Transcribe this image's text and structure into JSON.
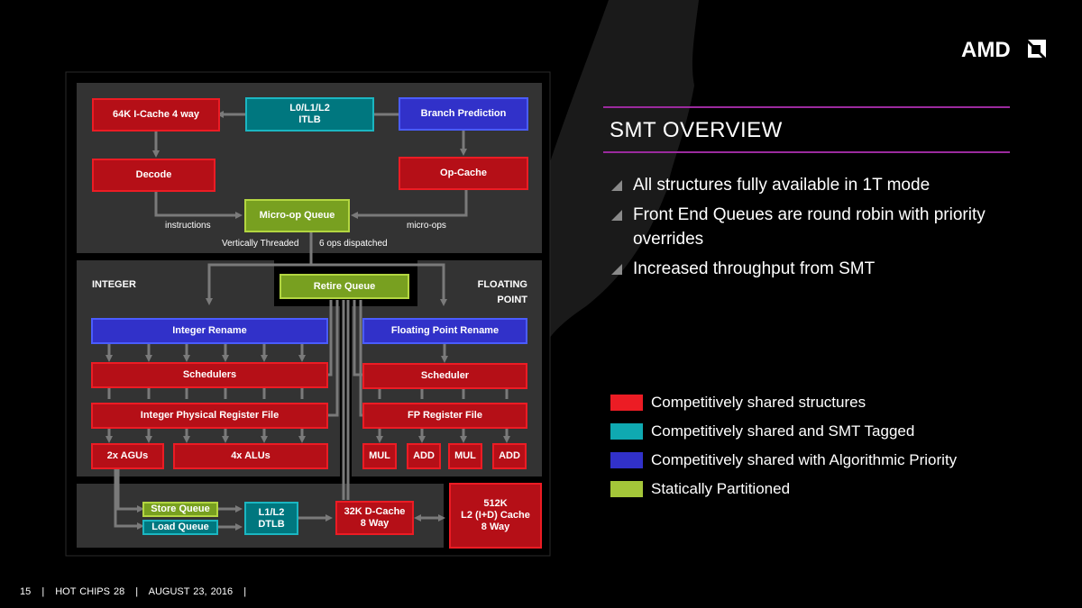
{
  "slide": {
    "title": "SMT OVERVIEW",
    "brand": "AMD",
    "bullets": [
      "All structures fully available in 1T mode",
      "Front End Queues are round robin with priority overrides",
      "Increased throughput from SMT"
    ],
    "legend": [
      {
        "color": "#ec1c24",
        "label": "Competitively shared structures"
      },
      {
        "color": "#0fa9b1",
        "label": "Competitively shared and SMT Tagged"
      },
      {
        "color": "#3131c9",
        "label": "Competitively shared with Algorithmic Priority"
      },
      {
        "color": "#a4c639",
        "label": "Statically Partitioned"
      }
    ],
    "footer": {
      "page": "15",
      "event": "HOT CHIPS 28",
      "date": "AUGUST 23, 2016",
      "separator": "|"
    }
  },
  "diagram": {
    "front_end": {
      "icache": "64K I-Cache 4 way",
      "itlb_line1": "L0/L1/L2",
      "itlb_line2": "ITLB",
      "branch_prediction": "Branch Prediction",
      "decode": "Decode",
      "op_cache": "Op-Cache",
      "micro_op_queue": "Micro-op Queue",
      "instructions_label": "instructions",
      "micro_ops_label": "micro-ops",
      "vertically_threaded": "Vertically Threaded",
      "ops_dispatched": "6 ops dispatched"
    },
    "integer": {
      "section_label": "INTEGER",
      "rename": "Integer Rename",
      "schedulers": "Schedulers",
      "register_file": "Integer Physical Register File",
      "agus": "2x AGUs",
      "alus": "4x ALUs"
    },
    "retire_queue": "Retire Queue",
    "floating_point": {
      "section_label_line1": "FLOATING",
      "section_label_line2": "POINT",
      "rename": "Floating Point Rename",
      "scheduler": "Scheduler",
      "register_file": "FP Register File",
      "units": [
        "MUL",
        "ADD",
        "MUL",
        "ADD"
      ]
    },
    "memory": {
      "store_queue": "Store Queue",
      "load_queue": "Load Queue",
      "dtlb_line1": "L1/L2",
      "dtlb_line2": "DTLB",
      "dcache_line1": "32K D-Cache",
      "dcache_line2": "8 Way",
      "l2_line1": "512K",
      "l2_line2": "L2 (I+D) Cache",
      "l2_line3": "8 Way"
    }
  }
}
